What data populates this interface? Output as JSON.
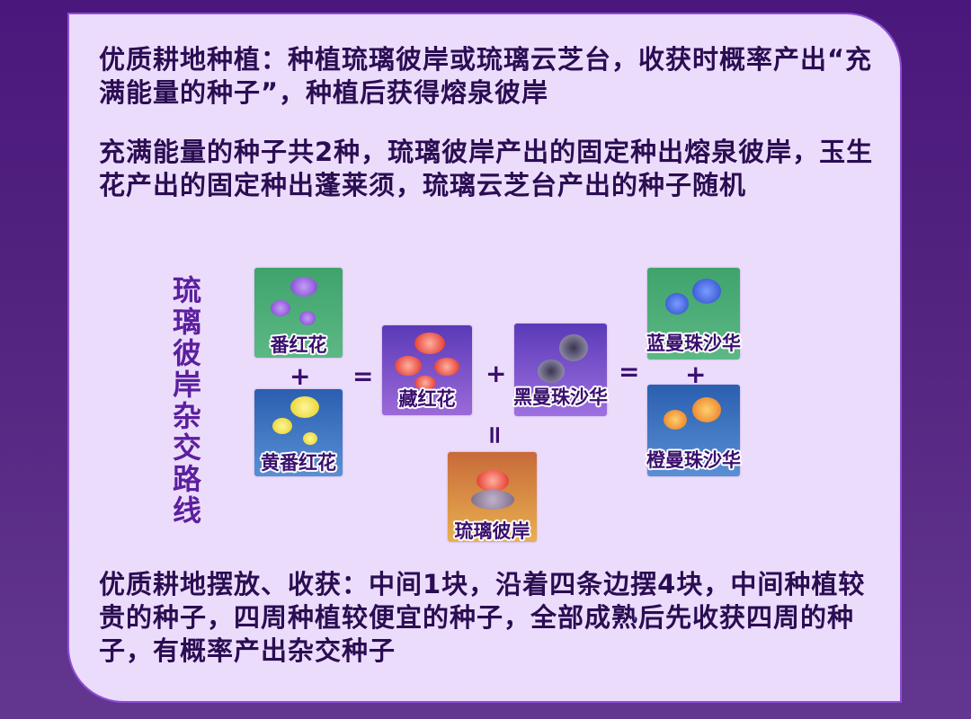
{
  "colors": {
    "background_top": "#4a187c",
    "background_bottom": "#633790",
    "card": "#ecdcfc",
    "card_border": "#8d4fd6",
    "text": "#2a0d52",
    "title_text": "#5b1f9e"
  },
  "paragraphs": {
    "p1": "优质耕地种植：种植琉璃彼岸或琉璃云芝台，收获时概率产出“充满能量的种子”，种植后获得熔泉彼岸",
    "p2": "充满能量的种子共2种，琉璃彼岸产出的固定种出熔泉彼岸，玉生花产出的固定种出蓬莱须，琉璃云芝台产出的种子随机",
    "p3": "优质耕地摆放、收获：中间1块，沿着四条边摆4块，中间种植较贵的种子，四周种植较便宜的种子，全部成熟后先收获四周的种子，有概率产出杂交种子"
  },
  "diagram": {
    "title_chars": [
      "琉",
      "璃",
      "彼",
      "岸",
      "杂",
      "交",
      "路",
      "线"
    ],
    "title": "琉璃彼岸杂交路线",
    "plants": {
      "crocus": {
        "label": "番红花",
        "bg": "green",
        "flower_color": "#8a4fd8"
      },
      "yellow_crocus": {
        "label": "黄番红花",
        "bg": "blue",
        "flower_color": "#f4e040"
      },
      "saffron": {
        "label": "藏红花",
        "bg": "purple",
        "flower_color": "#e8312c"
      },
      "black_lycoris": {
        "label": "黑曼珠沙华",
        "bg": "purple",
        "flower_color": "#5c5878"
      },
      "blue_lycoris": {
        "label": "蓝曼珠沙华",
        "bg": "green",
        "flower_color": "#3a5cd8"
      },
      "orange_lycoris": {
        "label": "橙曼珠沙华",
        "bg": "blue",
        "flower_color": "#f0902c"
      },
      "glass_higan": {
        "label": "琉璃彼岸",
        "bg": "orange",
        "flower_color": "#e43c30"
      }
    },
    "operators": {
      "plus": "+",
      "equals": "="
    }
  }
}
